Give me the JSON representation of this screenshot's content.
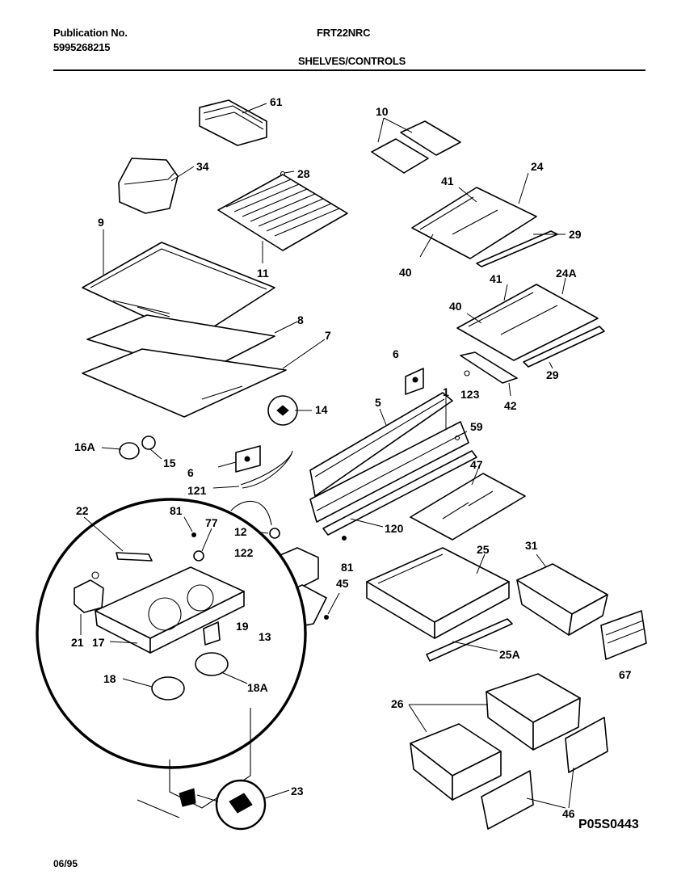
{
  "header": {
    "publication_label": "Publication No.",
    "publication_number": "5995268215",
    "model": "FRT22NRC",
    "section_title": "SHELVES/CONTROLS"
  },
  "callouts": [
    {
      "id": "c61",
      "text": "61"
    },
    {
      "id": "c34",
      "text": "34"
    },
    {
      "id": "c28",
      "text": "28"
    },
    {
      "id": "c9",
      "text": "9"
    },
    {
      "id": "c11",
      "text": "11"
    },
    {
      "id": "c10",
      "text": "10"
    },
    {
      "id": "c41a",
      "text": "41"
    },
    {
      "id": "c24",
      "text": "24"
    },
    {
      "id": "c29a",
      "text": "29"
    },
    {
      "id": "c40a",
      "text": "40"
    },
    {
      "id": "c41b",
      "text": "41"
    },
    {
      "id": "c24A",
      "text": "24A"
    },
    {
      "id": "c40b",
      "text": "40"
    },
    {
      "id": "c8",
      "text": "8"
    },
    {
      "id": "c7",
      "text": "7"
    },
    {
      "id": "c29b",
      "text": "29"
    },
    {
      "id": "c6a",
      "text": "6"
    },
    {
      "id": "c123",
      "text": "123"
    },
    {
      "id": "c42",
      "text": "42"
    },
    {
      "id": "c14",
      "text": "14"
    },
    {
      "id": "c5",
      "text": "5"
    },
    {
      "id": "c1",
      "text": "1"
    },
    {
      "id": "c59",
      "text": "59"
    },
    {
      "id": "c16A",
      "text": "16A"
    },
    {
      "id": "c15",
      "text": "15"
    },
    {
      "id": "c6b",
      "text": "6"
    },
    {
      "id": "c47",
      "text": "47"
    },
    {
      "id": "c121",
      "text": "121"
    },
    {
      "id": "c22",
      "text": "22"
    },
    {
      "id": "c81a",
      "text": "81"
    },
    {
      "id": "c77",
      "text": "77"
    },
    {
      "id": "c12",
      "text": "12"
    },
    {
      "id": "c120",
      "text": "120"
    },
    {
      "id": "c122",
      "text": "122"
    },
    {
      "id": "c81b",
      "text": "81"
    },
    {
      "id": "c25",
      "text": "25"
    },
    {
      "id": "c31",
      "text": "31"
    },
    {
      "id": "c45",
      "text": "45"
    },
    {
      "id": "c19",
      "text": "19"
    },
    {
      "id": "c21",
      "text": "21"
    },
    {
      "id": "c17",
      "text": "17"
    },
    {
      "id": "c13",
      "text": "13"
    },
    {
      "id": "c25A",
      "text": "25A"
    },
    {
      "id": "c67",
      "text": "67"
    },
    {
      "id": "c18",
      "text": "18"
    },
    {
      "id": "c18A",
      "text": "18A"
    },
    {
      "id": "c26",
      "text": "26"
    },
    {
      "id": "c23",
      "text": "23"
    },
    {
      "id": "c46",
      "text": "46"
    }
  ],
  "footer": {
    "drawing_code": "P05S0443",
    "date": "06/95"
  }
}
